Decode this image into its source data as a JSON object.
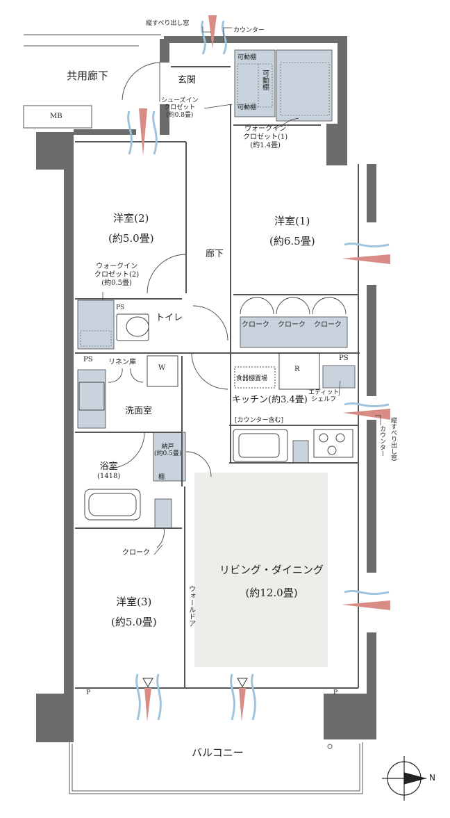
{
  "rooms": {
    "common_corridor": "共用廊下",
    "mb": "MB",
    "entrance": "玄関",
    "shoes_closet": [
      "シューズイン",
      "クロゼット",
      "(約0.8畳)"
    ],
    "movable_shelf": "可動棚",
    "wic1": [
      "ウォークイン",
      "クロゼット(1)",
      "(約1.4畳)"
    ],
    "western2": [
      "洋室(2)",
      "(約5.0畳)"
    ],
    "corridor": "廊下",
    "western1": [
      "洋室(1)",
      "(約6.5畳)"
    ],
    "wic2": [
      "ウォークイン",
      "クロゼット(2)",
      "(約0.5畳)"
    ],
    "ps": "PS",
    "toilet": "トイレ",
    "cloak": "クローク",
    "linen": "リネン庫",
    "washer": "W",
    "fridge": "R",
    "dish_shelf": "食器棚置場",
    "edit_shelf": [
      "エディット",
      "シェルフ"
    ],
    "kitchen": "キッチン(約3.4畳)",
    "counter_incl": "[カウンター含む]",
    "washroom": "洗面室",
    "storage": [
      "納戸",
      "(約0.5畳)"
    ],
    "shelf": "棚",
    "bath": [
      "浴室",
      "(1418)"
    ],
    "cloak2": "クローク",
    "living": [
      "リビング・ダイニング",
      "(約12.0畳)"
    ],
    "western3": [
      "洋室(3)",
      "(約5.0畳)"
    ],
    "wall_door": "ウォールドア",
    "p": "P",
    "balcony": "バルコニー"
  },
  "callouts": {
    "vertical_window_top": "縦すべり出し窓",
    "counter_top": "カウンター",
    "vertical_window_right": "縦すべり出し窓",
    "counter_right": "カウンター"
  },
  "compass": {
    "north": "N"
  },
  "colors": {
    "wall": "#6b6b6b",
    "storage_fill": "#c9d3dd",
    "living_floor": "#efedea",
    "vent_blue": "#9fc3dc",
    "vent_red": "#d98c86"
  }
}
